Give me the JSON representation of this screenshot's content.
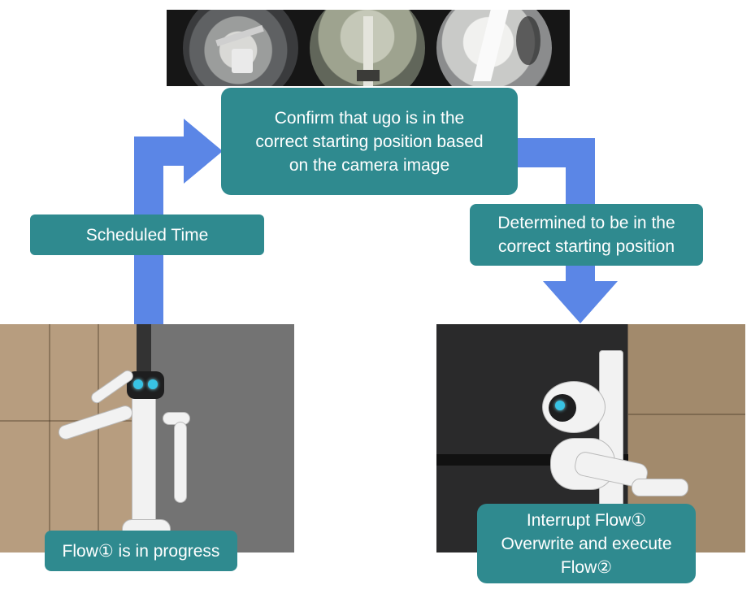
{
  "boxes": {
    "confirm": [
      "Confirm that ugo is in the",
      "correct starting position based",
      "on the camera image"
    ],
    "scheduled_time": "Scheduled Time",
    "determined": [
      "Determined to be in the",
      "correct starting position"
    ],
    "flow1_progress": "Flow① is in progress",
    "interrupt": [
      "Interrupt Flow①",
      "Overwrite and execute",
      "Flow②"
    ]
  },
  "colors": {
    "box_fill": "#2f8a8f",
    "arrow": "#5b86e6",
    "text": "#ffffff"
  },
  "images": {
    "camera_strip": "three fisheye camera views",
    "left_photo": "ugo robot operating at start",
    "right_photo": "ugo robot executing interrupt flow"
  }
}
